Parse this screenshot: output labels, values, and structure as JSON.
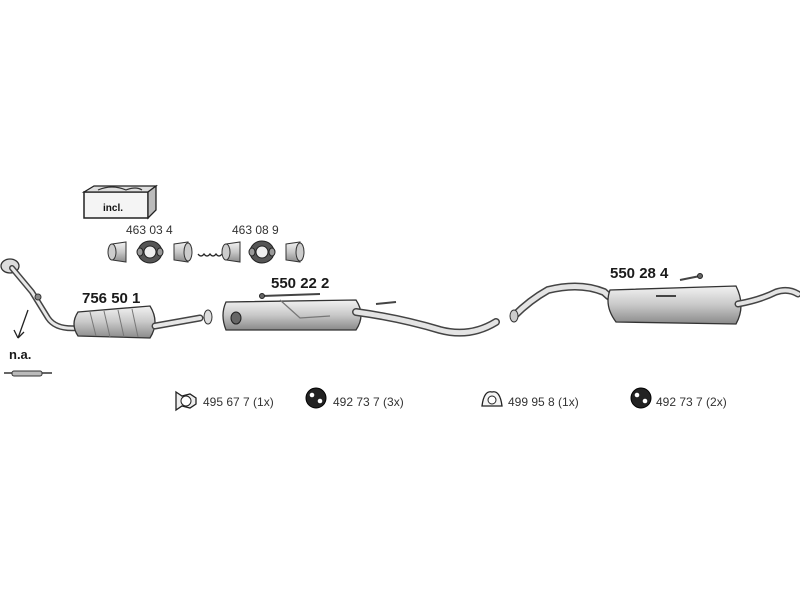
{
  "parts": {
    "catalytic_converter": "756 50 1",
    "middle_silencer": "550 22 2",
    "rear_silencer": "550 28 4",
    "gasket_set_a": "463 03 4",
    "gasket_set_b": "463 08 9"
  },
  "accessories": {
    "clamp_a": "495 67 7 (1x)",
    "rubber_mount_a": "492 73 7 (3x)",
    "clamp_b": "499 95 8 (1x)",
    "rubber_mount_b": "492 73 7 (2x)"
  },
  "labels": {
    "kit_included": "incl.",
    "not_available": "n.a."
  }
}
